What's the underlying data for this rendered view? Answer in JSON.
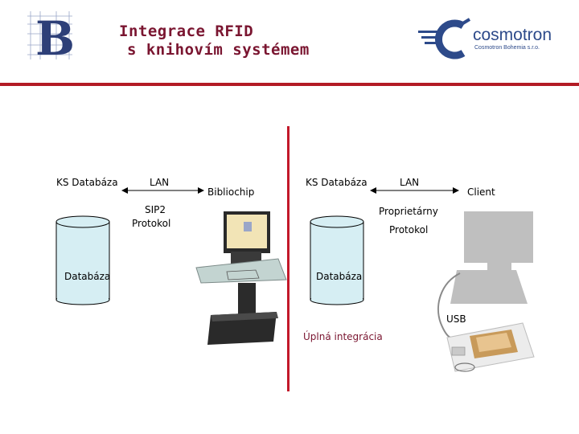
{
  "header": {
    "title_line1": "Integrace RFID",
    "title_line2": " s knihovím systémem",
    "brand_name": "cosmotron",
    "brand_sub": "Cosmotron Bohemia s.r.o.",
    "logo_letter": "B"
  },
  "left": {
    "db_title": "KS Databáza",
    "link_label": "LAN",
    "protocol_line1": "SIP2",
    "protocol_line2": "Protokol",
    "db_label": "Databáza",
    "device_label": "Bibliochip"
  },
  "right": {
    "db_title": "KS Databáza",
    "link_label": "LAN",
    "client_label": "Client",
    "protocol_line1": "Proprietárny",
    "protocol_line2": "Protokol",
    "db_label": "Databáza",
    "usb_label": "USB",
    "integration_label": "Úplná integrácia"
  },
  "colors": {
    "title": "#7a1530",
    "rule": "#b31b25",
    "cylinder": "#d6eef3",
    "brand": "#2d4a8a"
  }
}
